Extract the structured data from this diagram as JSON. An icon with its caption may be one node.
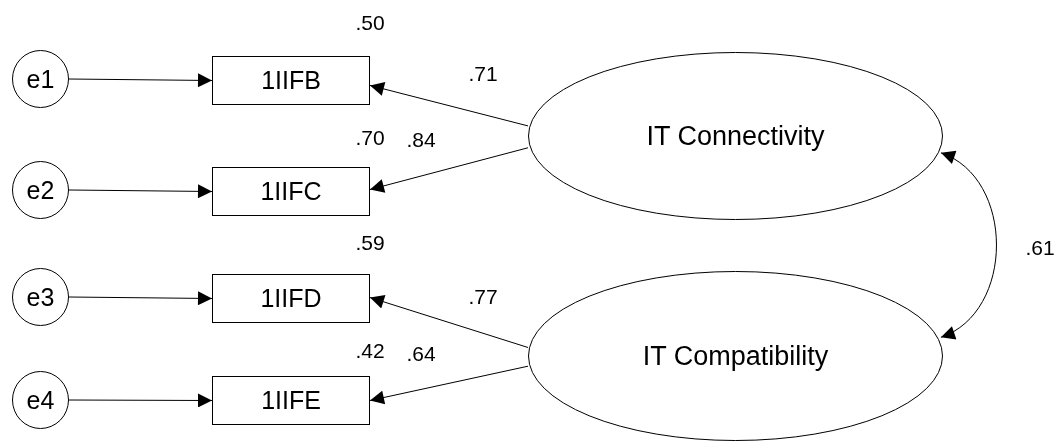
{
  "diagram": {
    "nodes": [
      {
        "text": [
          "e1"
        ]
      },
      {
        "text": [
          "e2"
        ]
      },
      {
        "text": [
          "e3"
        ]
      },
      {
        "text": [
          "e4"
        ]
      },
      {
        "text": [
          "1IIFB"
        ],
        "beside": [
          ".50"
        ]
      },
      {
        "text": [
          "1IIFC"
        ],
        "beside": [
          ".70"
        ]
      },
      {
        "text": [
          "1IIFD"
        ],
        "beside": [
          ".59"
        ]
      },
      {
        "text": [
          "1IIFE"
        ],
        "beside": [
          ".42"
        ]
      },
      {
        "text": [
          "IT Connectivity"
        ]
      },
      {
        "text": [
          "IT Compatibility"
        ]
      }
    ],
    "edges": [
      {
        "from": 0,
        "to": 4,
        "arrow": "to"
      },
      {
        "from": 1,
        "to": 5,
        "arrow": "to"
      },
      {
        "from": 2,
        "to": 6,
        "arrow": "to"
      },
      {
        "from": 3,
        "to": 7,
        "arrow": "to"
      },
      {
        "from": 8,
        "to": 4,
        "arrow": "to",
        "label": ".71"
      },
      {
        "from": 8,
        "to": 5,
        "arrow": "to",
        "label": ".84"
      },
      {
        "from": 9,
        "to": 6,
        "arrow": "to",
        "label": ".77"
      },
      {
        "from": 9,
        "to": 7,
        "arrow": "to",
        "label": ".64"
      },
      {
        "from": 8,
        "to": 9,
        "arrow": "both",
        "label": ".61"
      }
    ]
  }
}
